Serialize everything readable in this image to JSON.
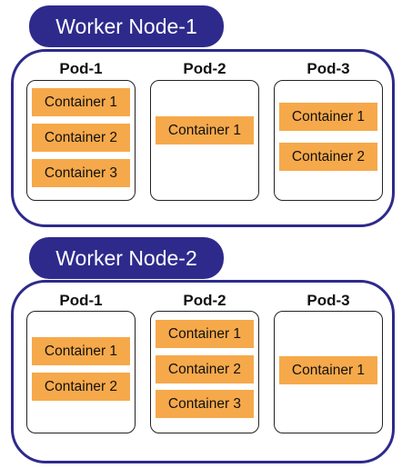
{
  "colors": {
    "node": "#2e2a8c",
    "container": "#f6a94a",
    "pod_border": "#222222"
  },
  "nodes": [
    {
      "title": "Worker Node-1",
      "pods": [
        {
          "label": "Pod-1",
          "containers": [
            "Container 1",
            "Container 2",
            "Container 3"
          ]
        },
        {
          "label": "Pod-2",
          "containers": [
            "Container 1"
          ]
        },
        {
          "label": "Pod-3",
          "containers": [
            "Container 1",
            "Container 2"
          ]
        }
      ]
    },
    {
      "title": "Worker Node-2",
      "pods": [
        {
          "label": "Pod-1",
          "containers": [
            "Container 1",
            "Container 2"
          ]
        },
        {
          "label": "Pod-2",
          "containers": [
            "Container 1",
            "Container 2",
            "Container 3"
          ]
        },
        {
          "label": "Pod-3",
          "containers": [
            "Container 1"
          ]
        }
      ]
    }
  ]
}
